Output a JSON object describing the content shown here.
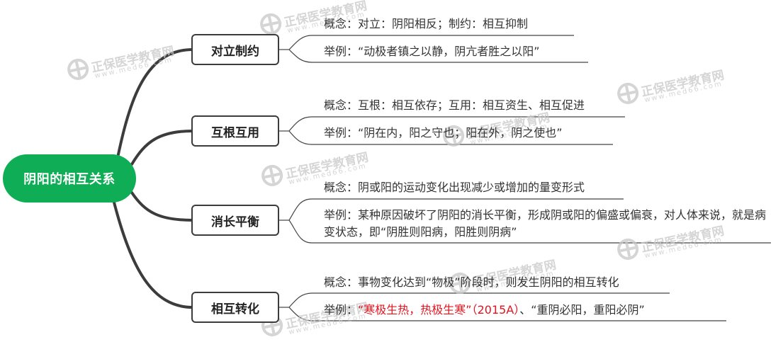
{
  "root": {
    "label": "阴阳的相互关系",
    "color": "#0fad55"
  },
  "branches": [
    {
      "label": "对立制约",
      "leaves": [
        {
          "text": "概念：对立：阴阳相反；制约：相互抑制"
        },
        {
          "text": "举例：“动极者镇之以静，阴亢者胜之以阳”"
        }
      ]
    },
    {
      "label": "互根互用",
      "leaves": [
        {
          "text": "概念：互根：相互依存；互用：相互资生、相互促进"
        },
        {
          "text": "举例：“阴在内，阳之守也；阳在外，阴之使也”"
        }
      ]
    },
    {
      "label": "消长平衡",
      "leaves": [
        {
          "text": "概念：阴或阳的运动变化出现减少或增加的量变形式"
        },
        {
          "text": "举例：某种原因破坏了阴阳的消长平衡，形成阴或阳的偏盛或偏衰，对人体来说，就是病变状态，即“阴胜则阳病，阳胜则阴病”"
        }
      ]
    },
    {
      "label": "相互转化",
      "leaves": [
        {
          "text": "概念：事物变化达到“物极”阶段时，则发生阴阳的相互转化"
        },
        {
          "prefix": "举例：",
          "highlight": "“寒极生热，热极生寒”（2015A）",
          "suffix": "、“重阴必阳，重阳必阴”",
          "highlight_color": "#e0141e"
        }
      ]
    }
  ],
  "watermark": {
    "name": "正保医学教育网",
    "url": "www.med66.com"
  }
}
